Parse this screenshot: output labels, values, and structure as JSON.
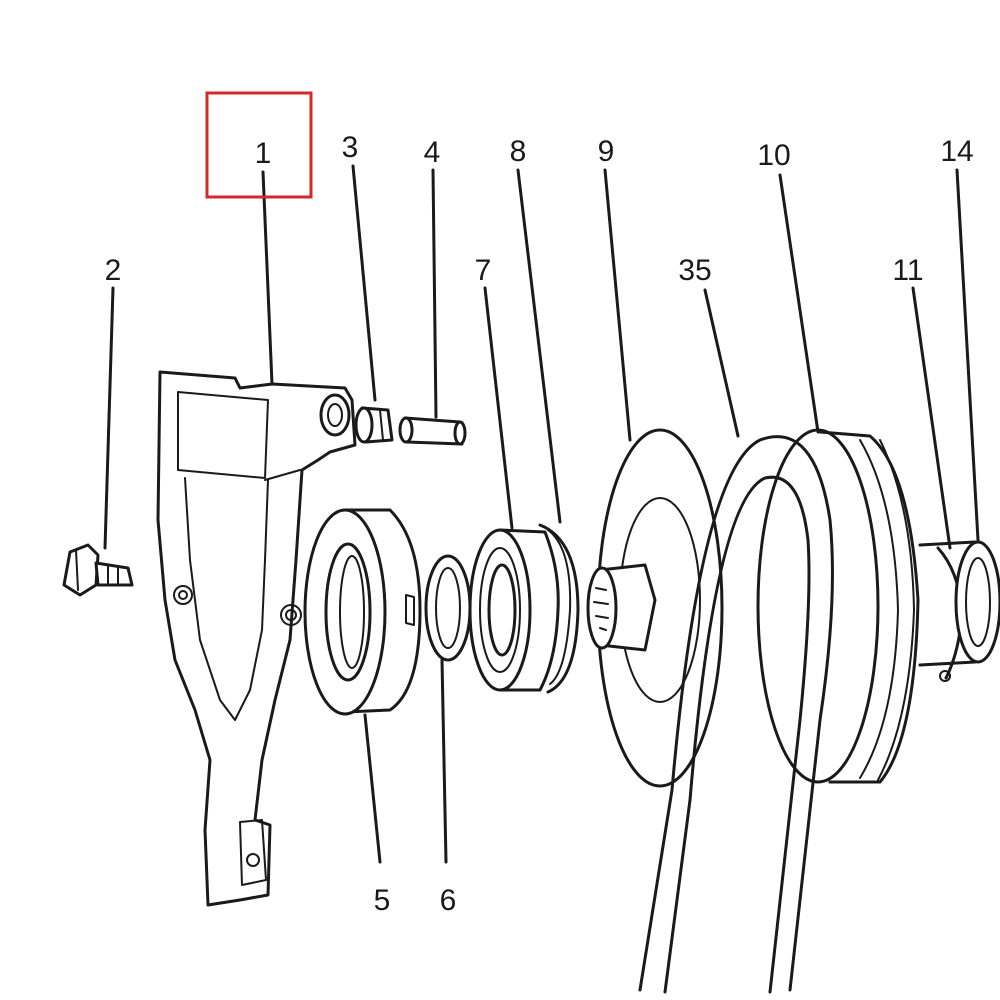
{
  "diagram": {
    "highlight_color": "#d62828",
    "line_color": "#1a1a1a",
    "background": "#ffffff",
    "highlighted_label": "1",
    "callouts": [
      {
        "id": "c1",
        "label": "1"
      },
      {
        "id": "c2",
        "label": "2"
      },
      {
        "id": "c3",
        "label": "3"
      },
      {
        "id": "c4",
        "label": "4"
      },
      {
        "id": "c5",
        "label": "5"
      },
      {
        "id": "c6",
        "label": "6"
      },
      {
        "id": "c7",
        "label": "7"
      },
      {
        "id": "c8",
        "label": "8"
      },
      {
        "id": "c9",
        "label": "9"
      },
      {
        "id": "c10",
        "label": "10"
      },
      {
        "id": "c11",
        "label": "11"
      },
      {
        "id": "c14",
        "label": "14"
      },
      {
        "id": "c35",
        "label": "35"
      }
    ]
  }
}
